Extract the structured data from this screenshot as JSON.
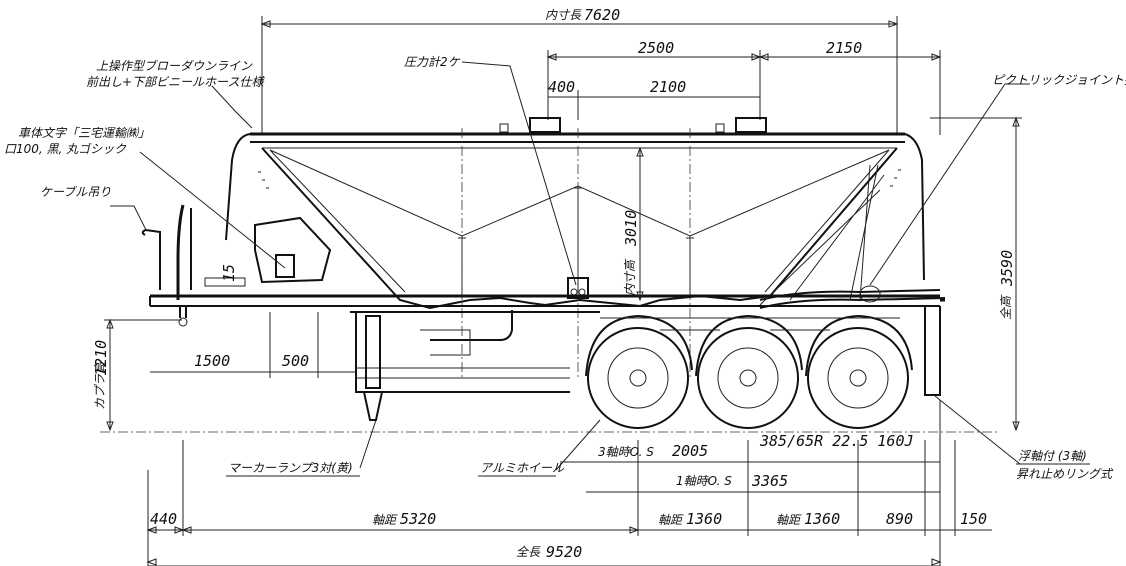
{
  "notes": {
    "overflow_line": "上操作型ブローダウンライン",
    "hose_spec": "前出し+下部ビニールホース仕様",
    "side_letters": "車体文字「三宅運輸㈱」",
    "letter_spec": "口100, 黒, 丸ゴシック",
    "cable_hook": "ケーブル吊り",
    "pressure_gauge": "圧力計2ケ",
    "pictorial_joint": "ピクトリックジョイント接続",
    "height_side": "15"
  },
  "dimensions": {
    "inner_length_label": "内寸長",
    "inner_length": "7620",
    "manhole_pitch_a": "2500",
    "manhole_pitch_b": "2150",
    "manhole_offset": "400",
    "manhole_span": "2100",
    "inner_height_label": "内寸高",
    "inner_height": "3010",
    "total_height_label": "全高",
    "total_height": "3590",
    "coupler_height_label": "カプラ高",
    "coupler_height": "1210",
    "king_pin_offset": "1500",
    "leg_offset": "500",
    "axle3_label": "3軸時O. S",
    "axle3_os": "2005",
    "axle1_label": "1軸時O. S",
    "axle1_os": "3365",
    "tire_spec": "385/65R 22.5 160J",
    "front_overhang": "440",
    "wheelbase_label": "軸距",
    "wheelbase": "5320",
    "axle_pitch_label_1": "軸距",
    "axle_pitch_1": "1360",
    "axle_pitch_label_2": "軸距",
    "axle_pitch_2": "1360",
    "rear_overhang": "890",
    "bumper": "150",
    "total_length_label": "全長",
    "total_length": "9520"
  },
  "callouts": {
    "marker_lamp": "マーカーランプ3対(黄)",
    "aluminum_wheel": "アルミホイール",
    "lift_axle": "浮軸付 (3軸)",
    "lift_type": "昇れ止めリング式"
  }
}
